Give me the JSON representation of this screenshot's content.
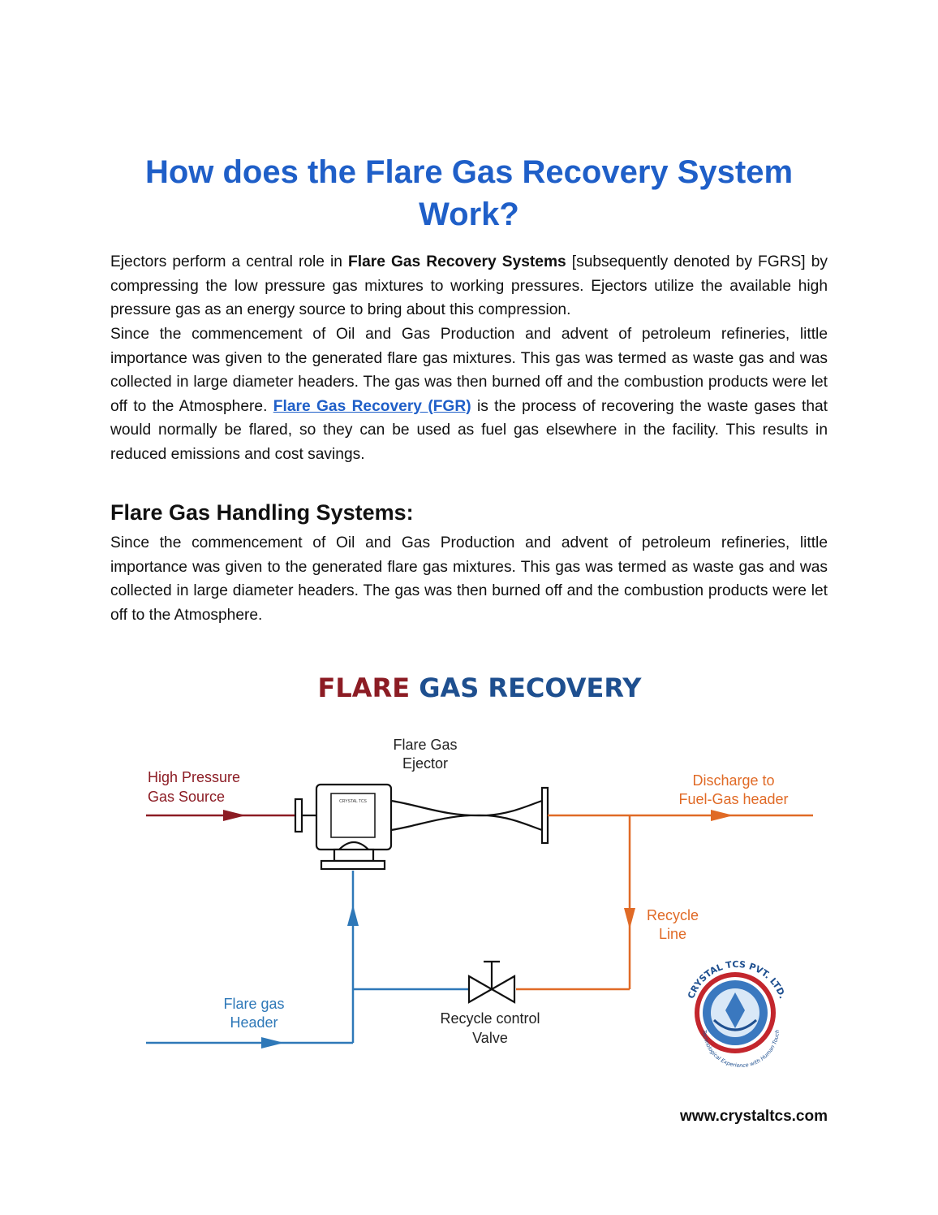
{
  "title": "How does the Flare Gas Recovery System Work?",
  "intro": {
    "before_bold": "Ejectors perform a central role in ",
    "bold": "Flare Gas Recovery Systems",
    "after_bold": " [subsequently denoted by FGRS] by compressing the low pressure gas mixtures to working pressures. Ejectors utilize the available high pressure gas as an energy source to bring about this compression."
  },
  "para2": {
    "before_link": "Since the commencement of Oil and Gas Production and advent of petroleum refineries, little importance was given to the generated flare gas mixtures. This gas was termed as waste gas and was collected in large diameter headers. The gas was then burned off and the combustion products were let off to the Atmosphere. ",
    "link": "Flare Gas Recovery (FGR)",
    "after_link": " is the process of recovering the waste gases that would normally be flared, so they can be used as fuel gas elsewhere in the facility. This results in reduced emissions and cost savings."
  },
  "section": {
    "heading": "Flare Gas Handling Systems:",
    "body": "Since the commencement of Oil and Gas Production and advent of petroleum refineries, little importance was given to the generated flare gas mixtures. This gas was termed as waste gas and was collected in large diameter headers. The gas was then burned off and the combustion products were let off to the Atmosphere."
  },
  "diagram": {
    "title_word1": "FLARE",
    "title_word2": "GAS RECOVERY",
    "ejector_line1": "Flare Gas",
    "ejector_line2": "Ejector",
    "hp_line1": "High Pressure",
    "hp_line2": "Gas Source",
    "discharge_line1": "Discharge to",
    "discharge_line2": "Fuel-Gas header",
    "recycle_line1": "Recycle",
    "recycle_line2": "Line",
    "flare_line1": "Flare gas",
    "flare_line2": "Header",
    "valve_line1": "Recycle control",
    "valve_line2": "Valve",
    "plate_text": "CRYSTAL TCS",
    "logo_top": "CRYSTAL TCS PVT. LTD.",
    "logo_bottom": "Technological Experience with Human Touch",
    "colors": {
      "red": "#8c1c24",
      "blue": "#2e78b8",
      "orange": "#e06a26",
      "gear": "#c3262d"
    }
  },
  "footer": "www.crystaltcs.com"
}
